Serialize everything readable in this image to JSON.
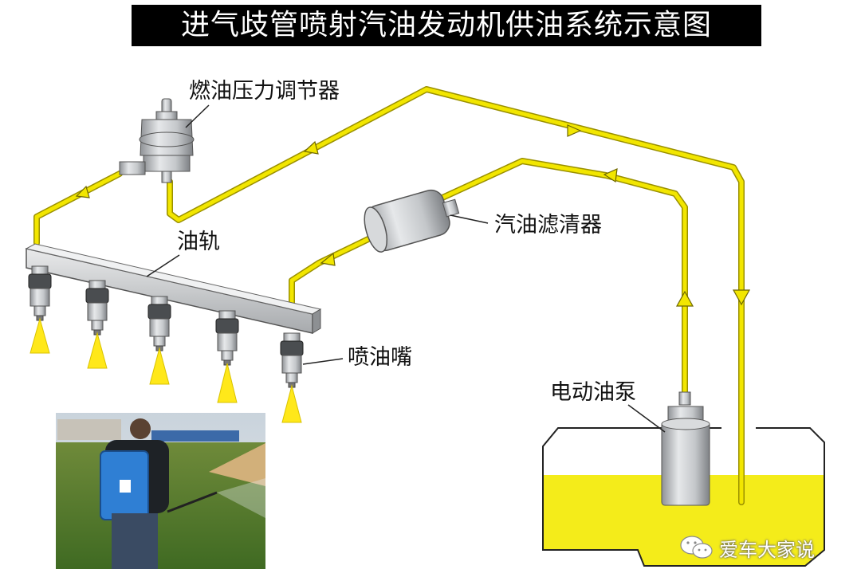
{
  "title": "进气歧管喷射汽油发动机供油系统示意图",
  "labels": {
    "regulator": "燃油压力调节器",
    "rail": "油轨",
    "filter": "汽油滤清器",
    "injector": "喷油嘴",
    "pump": "电动油泵"
  },
  "watermark": {
    "text": "爱车大家说",
    "icon": "wechat-icon"
  },
  "photo": {
    "subject": "sprayer-photo"
  },
  "colors": {
    "fuel_line": "#f2e600",
    "fuel_line_outline": "#9a9000",
    "fuel_tank": "#f4ec1a",
    "spray": "#ffe81a",
    "title_bg": "#000000",
    "title_text": "#ffffff"
  }
}
